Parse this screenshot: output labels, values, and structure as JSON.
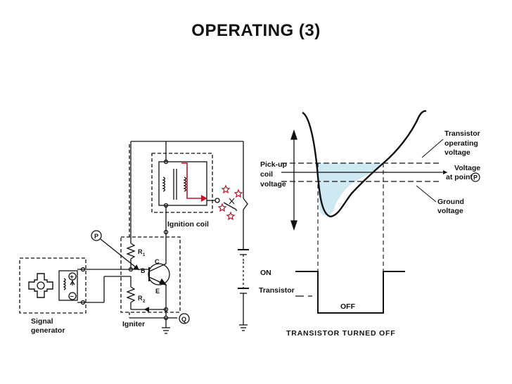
{
  "title": "OPERATING (3)",
  "labels": {
    "pick_up_coil_voltage": [
      "Pick-up",
      "coil",
      "voltage"
    ],
    "transistor_operating_voltage": [
      "Transistor",
      "operating",
      "voltage"
    ],
    "voltage_at_point": [
      "Voltage",
      "at point"
    ],
    "point_p": "P",
    "point_q": "Q",
    "ground_voltage": [
      "Ground",
      "voltage"
    ],
    "on": "ON",
    "transistor": "Transistor",
    "off": "OFF",
    "caption": "TRANSISTOR TURNED OFF",
    "ignition_coil": "Ignition coil",
    "igniter": "Igniter",
    "signal_generator": [
      "Signal",
      "generator"
    ],
    "r1": "R",
    "r1_sub": "1",
    "r2": "R",
    "r2_sub": "2",
    "collector": "C",
    "base": "B",
    "emitter": "E",
    "plus": "+",
    "minus": "−"
  },
  "colors": {
    "ink": "#111111",
    "shaded_region": "#cfe9f2",
    "coil_current": "#c8102e",
    "spark": "#c8102e"
  }
}
